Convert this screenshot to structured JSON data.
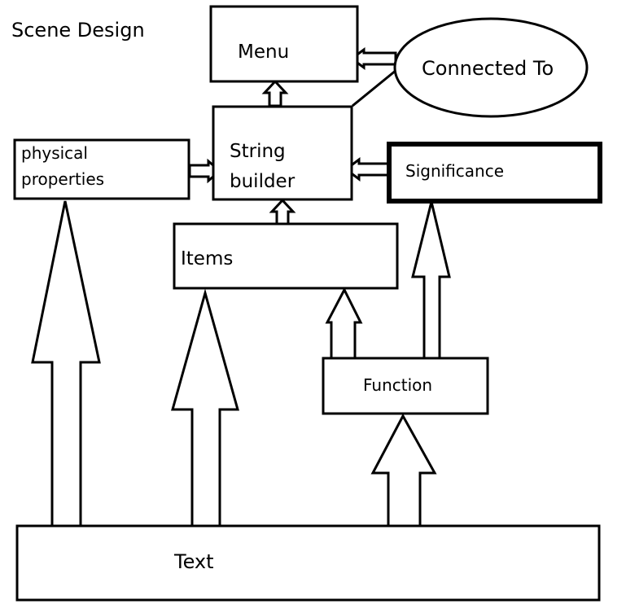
{
  "title": "Scene Design",
  "nodes": {
    "menu": "Menu",
    "connected_to": "Connected To",
    "physical_properties_line1": "physical",
    "physical_properties_line2": "properties",
    "string_builder_line1": "String",
    "string_builder_line2": "builder",
    "significance": "Significance",
    "items": "Items",
    "function": "Function",
    "text": "Text"
  },
  "colors": {
    "stroke": "#000000",
    "fill": "#ffffff"
  }
}
